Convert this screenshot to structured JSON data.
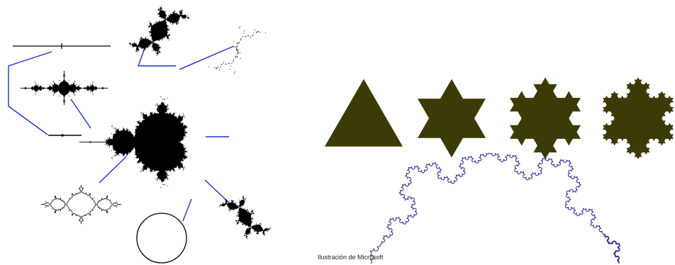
{
  "caption": "Ilustración de Microsoft",
  "colors": {
    "background": "#ffffff",
    "fractal_fill": "#000000",
    "julia_outline": "#000000",
    "connector": "#1f2fd0",
    "koch_fill": "#3c3a06",
    "koch_curve": "#2a2a8a"
  },
  "left_figure": {
    "subject": "Mandelbrot set with surrounding Julia sets",
    "julia_sets": [
      "segment",
      "dendrite",
      "san-marco",
      "rabbit",
      "cauliflower",
      "circle",
      "dragon",
      "basilica"
    ]
  },
  "right_figure": {
    "subject": "Koch snowflake iterations and Koch curve",
    "snowflake_iterations": [
      0,
      1,
      2,
      3
    ],
    "curve_iterations": 4
  }
}
